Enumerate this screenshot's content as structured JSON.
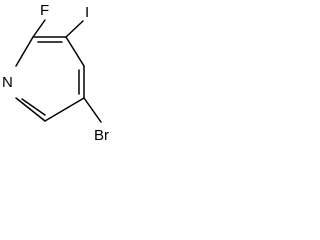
{
  "molecule": {
    "atoms": {
      "nitrogen": "N",
      "fluorine": "F",
      "iodine": "I",
      "bromine": "Br"
    }
  }
}
